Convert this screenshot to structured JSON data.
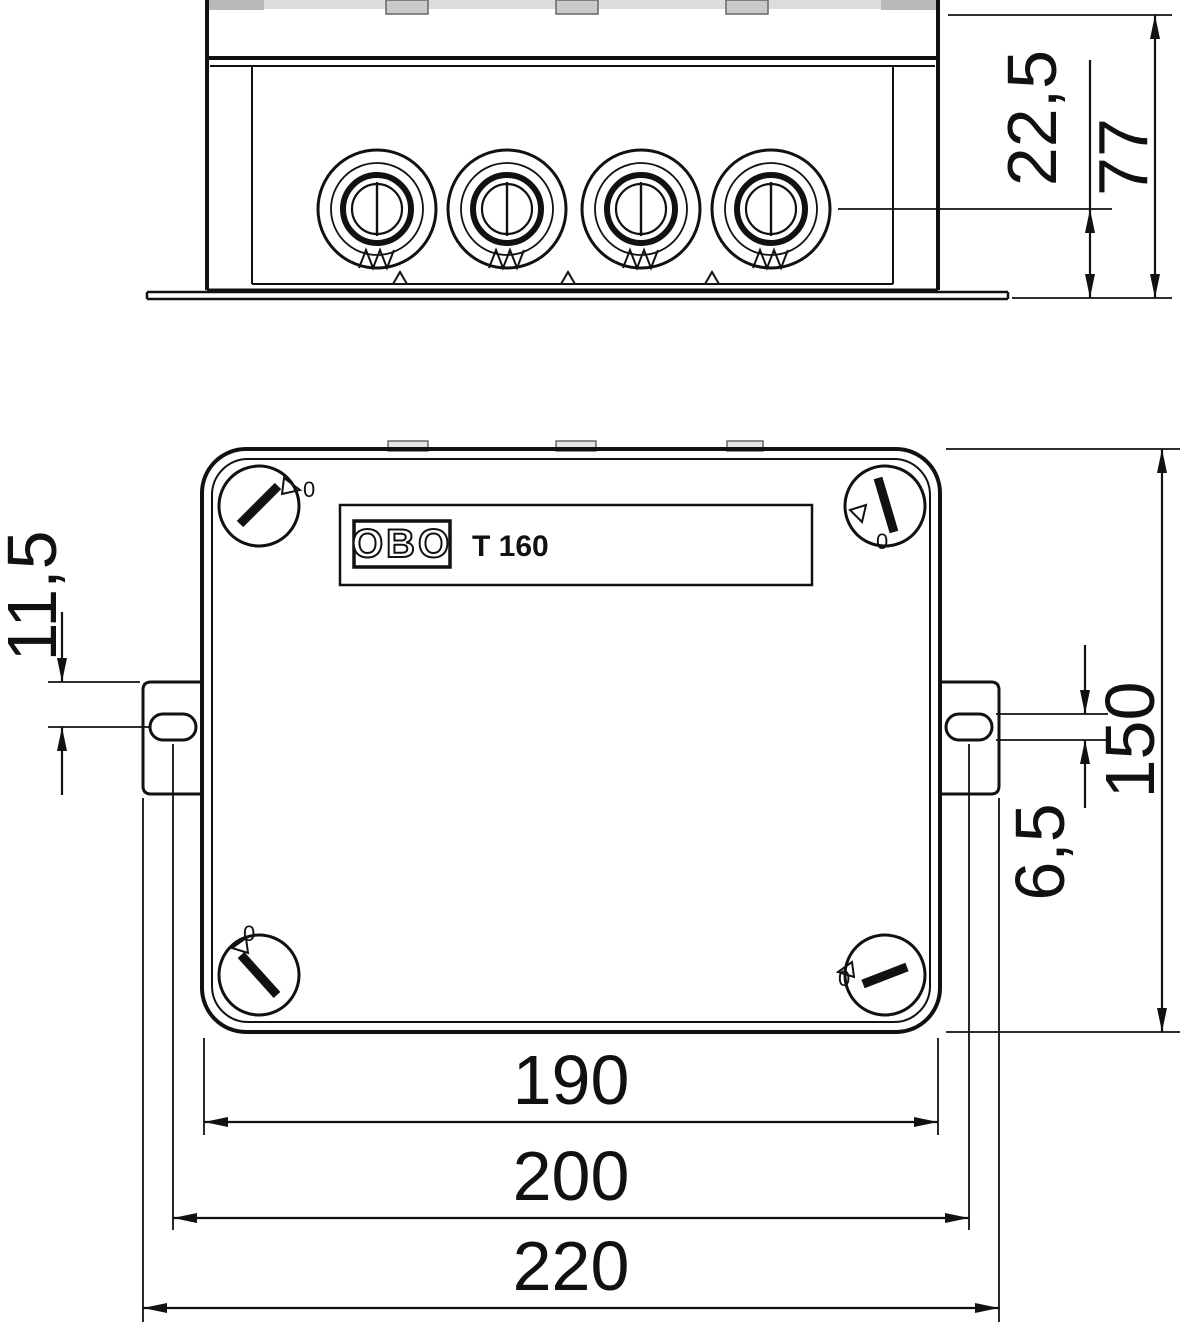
{
  "ink_color": "#111111",
  "product": {
    "logo": "OBO",
    "model": "T 160"
  },
  "screw_position_mark": "0",
  "dimensions": {
    "side_view": {
      "entry_axis_height": "22,5",
      "total_height": "77"
    },
    "front_view": {
      "flange_hole_offset": "11,5",
      "box_height": "150",
      "slot_width": "6,5",
      "box_width": "190",
      "fixing_centres": "200",
      "overall_width": "220"
    }
  }
}
